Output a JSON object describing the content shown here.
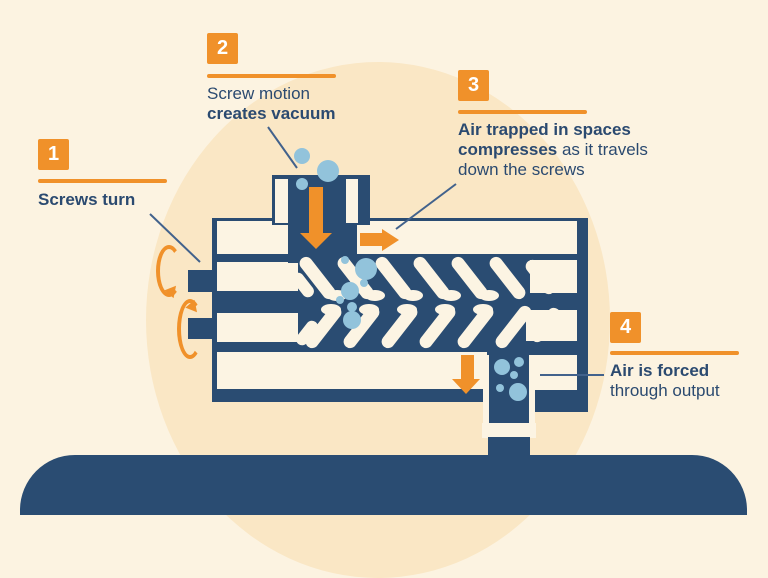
{
  "steps": [
    {
      "number": "1",
      "line1_bold": "Screws turn"
    },
    {
      "number": "2",
      "line1": "Screw motion",
      "line2_bold": "creates vacuum"
    },
    {
      "number": "3",
      "line1_bold": "Air trapped in spaces",
      "line2_bold": "compresses",
      "line2_rest": " as it travels",
      "line3": "down the screws"
    },
    {
      "number": "4",
      "line1_bold": "Air is forced",
      "line2": "through output"
    }
  ],
  "palette": {
    "background_cream": "#FCF3E1",
    "circle_peach": "#FAE7C5",
    "navy": "#2A4C72",
    "orange": "#F0912A",
    "bubble_blue": "#92C3DB",
    "text_navy": "#2B4A70",
    "machine_interior_cream": "#FCF4E3",
    "badge_number_white": "#FFFFFF"
  },
  "icons": {
    "inlet_flow": "down-arrow-icon",
    "channel_flow": "right-arrow-icon",
    "outlet_flow": "down-arrow-icon",
    "screw_rotation": "rotate-arrow-icon"
  }
}
